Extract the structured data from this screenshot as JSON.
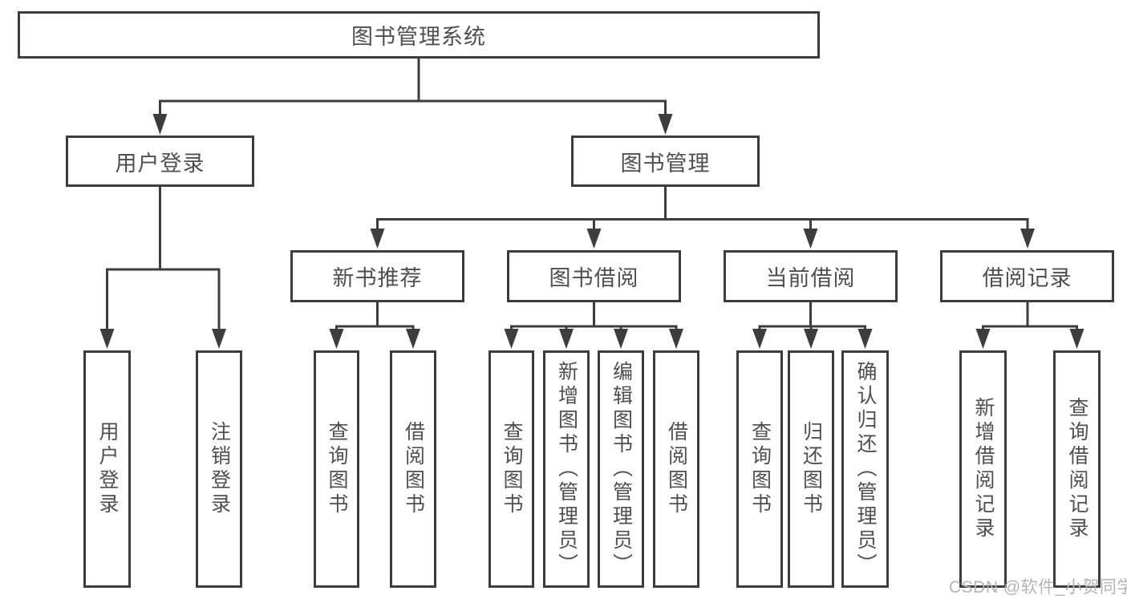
{
  "diagram": {
    "root": {
      "label": "图书管理系统"
    },
    "level2": [
      {
        "label": "用户登录"
      },
      {
        "label": "图书管理"
      }
    ],
    "level3": [
      {
        "label": "新书推荐",
        "parent": "图书管理"
      },
      {
        "label": "图书借阅",
        "parent": "图书管理"
      },
      {
        "label": "当前借阅",
        "parent": "图书管理"
      },
      {
        "label": "借阅记录",
        "parent": "图书管理"
      }
    ],
    "leaves": [
      {
        "label": "用户登录",
        "parent": "用户登录"
      },
      {
        "label": "注销登录",
        "parent": "用户登录"
      },
      {
        "label": "查询图书",
        "parent": "新书推荐"
      },
      {
        "label": "借阅图书",
        "parent": "新书推荐"
      },
      {
        "label": "查询图书",
        "parent": "图书借阅"
      },
      {
        "label": "新增图书（管理员）",
        "parent": "图书借阅"
      },
      {
        "label": "编辑图书（管理员）",
        "parent": "图书借阅"
      },
      {
        "label": "借阅图书",
        "parent": "图书借阅"
      },
      {
        "label": "查询图书",
        "parent": "当前借阅"
      },
      {
        "label": "归还图书",
        "parent": "当前借阅"
      },
      {
        "label": "确认归还（管理员）",
        "parent": "当前借阅"
      },
      {
        "label": "新增借阅记录",
        "parent": "借阅记录"
      },
      {
        "label": "查询借阅记录",
        "parent": "借阅记录"
      }
    ],
    "watermark": "CSDN @软件_小贺同学",
    "colors": {
      "line": "#3d3d3d",
      "text": "#4f4f4f",
      "watermark": "#b4b4b4",
      "background": "#ffffff"
    }
  }
}
